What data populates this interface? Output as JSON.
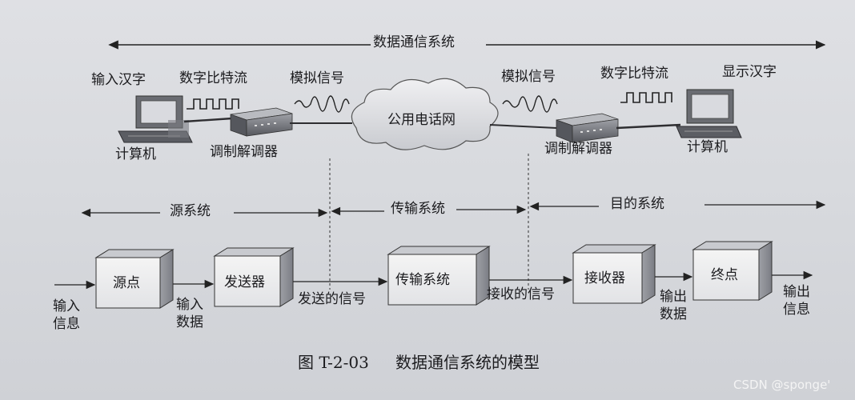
{
  "top": {
    "system_title": "数据通信系统",
    "left_labels": {
      "input_chinese": "输入汉字",
      "digital_bits": "数字比特流",
      "analog": "模拟信号"
    },
    "right_labels": {
      "analog": "模拟信号",
      "digital_bits": "数字比特流",
      "display_chinese": "显示汉字"
    },
    "network": "公用电话网",
    "left_computer": "计算机",
    "left_modem": "调制解调器",
    "right_modem": "调制解调器",
    "right_computer": "计算机"
  },
  "segments": {
    "source": "源系统",
    "transmission": "传输系统",
    "destination": "目的系统"
  },
  "flow": {
    "input_info": "输入\n信息",
    "source_point": "源点",
    "input_data": "输入\n数据",
    "transmitter": "发送器",
    "sent_signal": "发送的信号",
    "transmission_system": "传输系统",
    "received_signal": "接收的信号",
    "receiver": "接收器",
    "output_data": "输出\n数据",
    "destination_point": "终点",
    "output_info": "输出\n信息"
  },
  "caption": {
    "figure": "图 T-2-03",
    "title": "数据通信系统的模型"
  },
  "watermark": "CSDN @sponge'"
}
